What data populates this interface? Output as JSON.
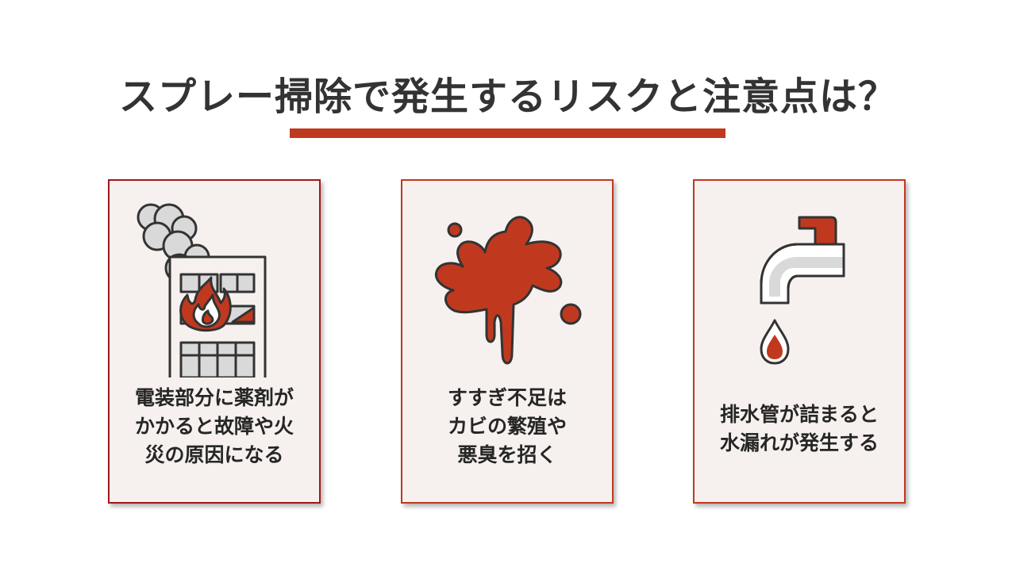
{
  "title": "スプレー掃除で発生するリスクと注意点は？",
  "colors": {
    "accent": "#c0391f",
    "card_background": "#f6f1ee",
    "text": "#333333"
  },
  "cards": [
    {
      "icon": "burning-building-icon",
      "lines": [
        "電装部分に薬剤が",
        "かかると故障や火",
        "災の原因になる"
      ]
    },
    {
      "icon": "mold-splatter-icon",
      "lines": [
        "すすぎ不足は",
        "カビの繁殖や",
        "悪臭を招く"
      ]
    },
    {
      "icon": "dripping-faucet-icon",
      "lines": [
        "排水管が詰まると",
        "水漏れが発生する"
      ]
    }
  ]
}
